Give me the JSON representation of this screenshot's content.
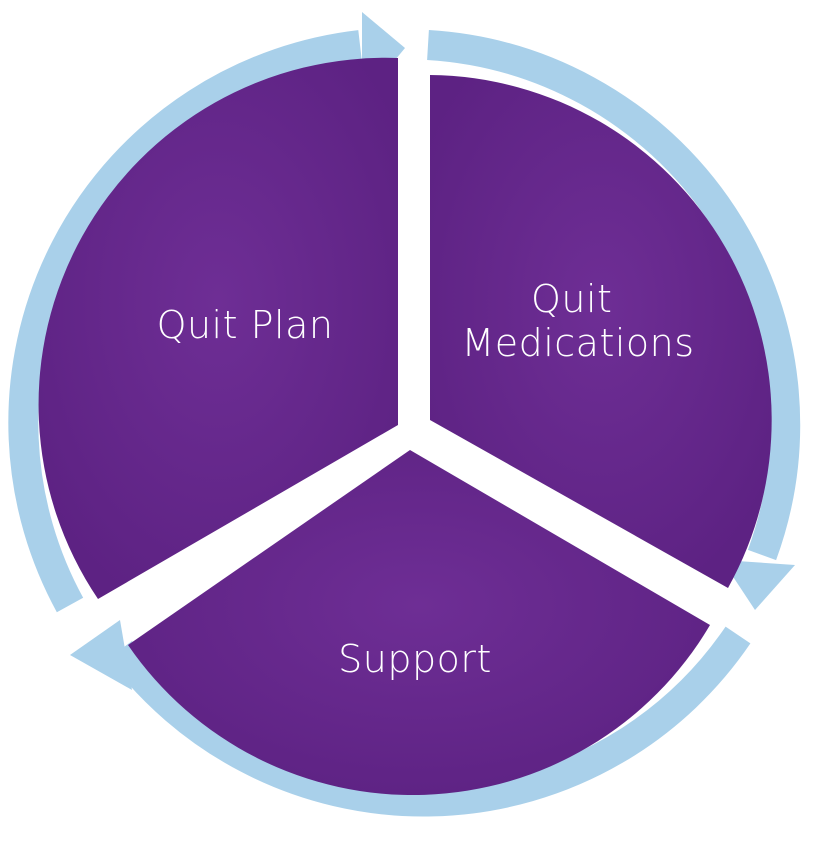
{
  "segments": [
    {
      "id": "quit-plan",
      "lines": [
        "Quit  Plan"
      ]
    },
    {
      "id": "quit-medications",
      "lines": [
        "Quit",
        "Medications"
      ]
    },
    {
      "id": "support",
      "lines": [
        "Support"
      ]
    }
  ],
  "colors": {
    "segment_fill": "#6b2c91",
    "arrow_ring": "#a9d0ea",
    "label_text": "#ffffff",
    "background": "#ffffff"
  }
}
